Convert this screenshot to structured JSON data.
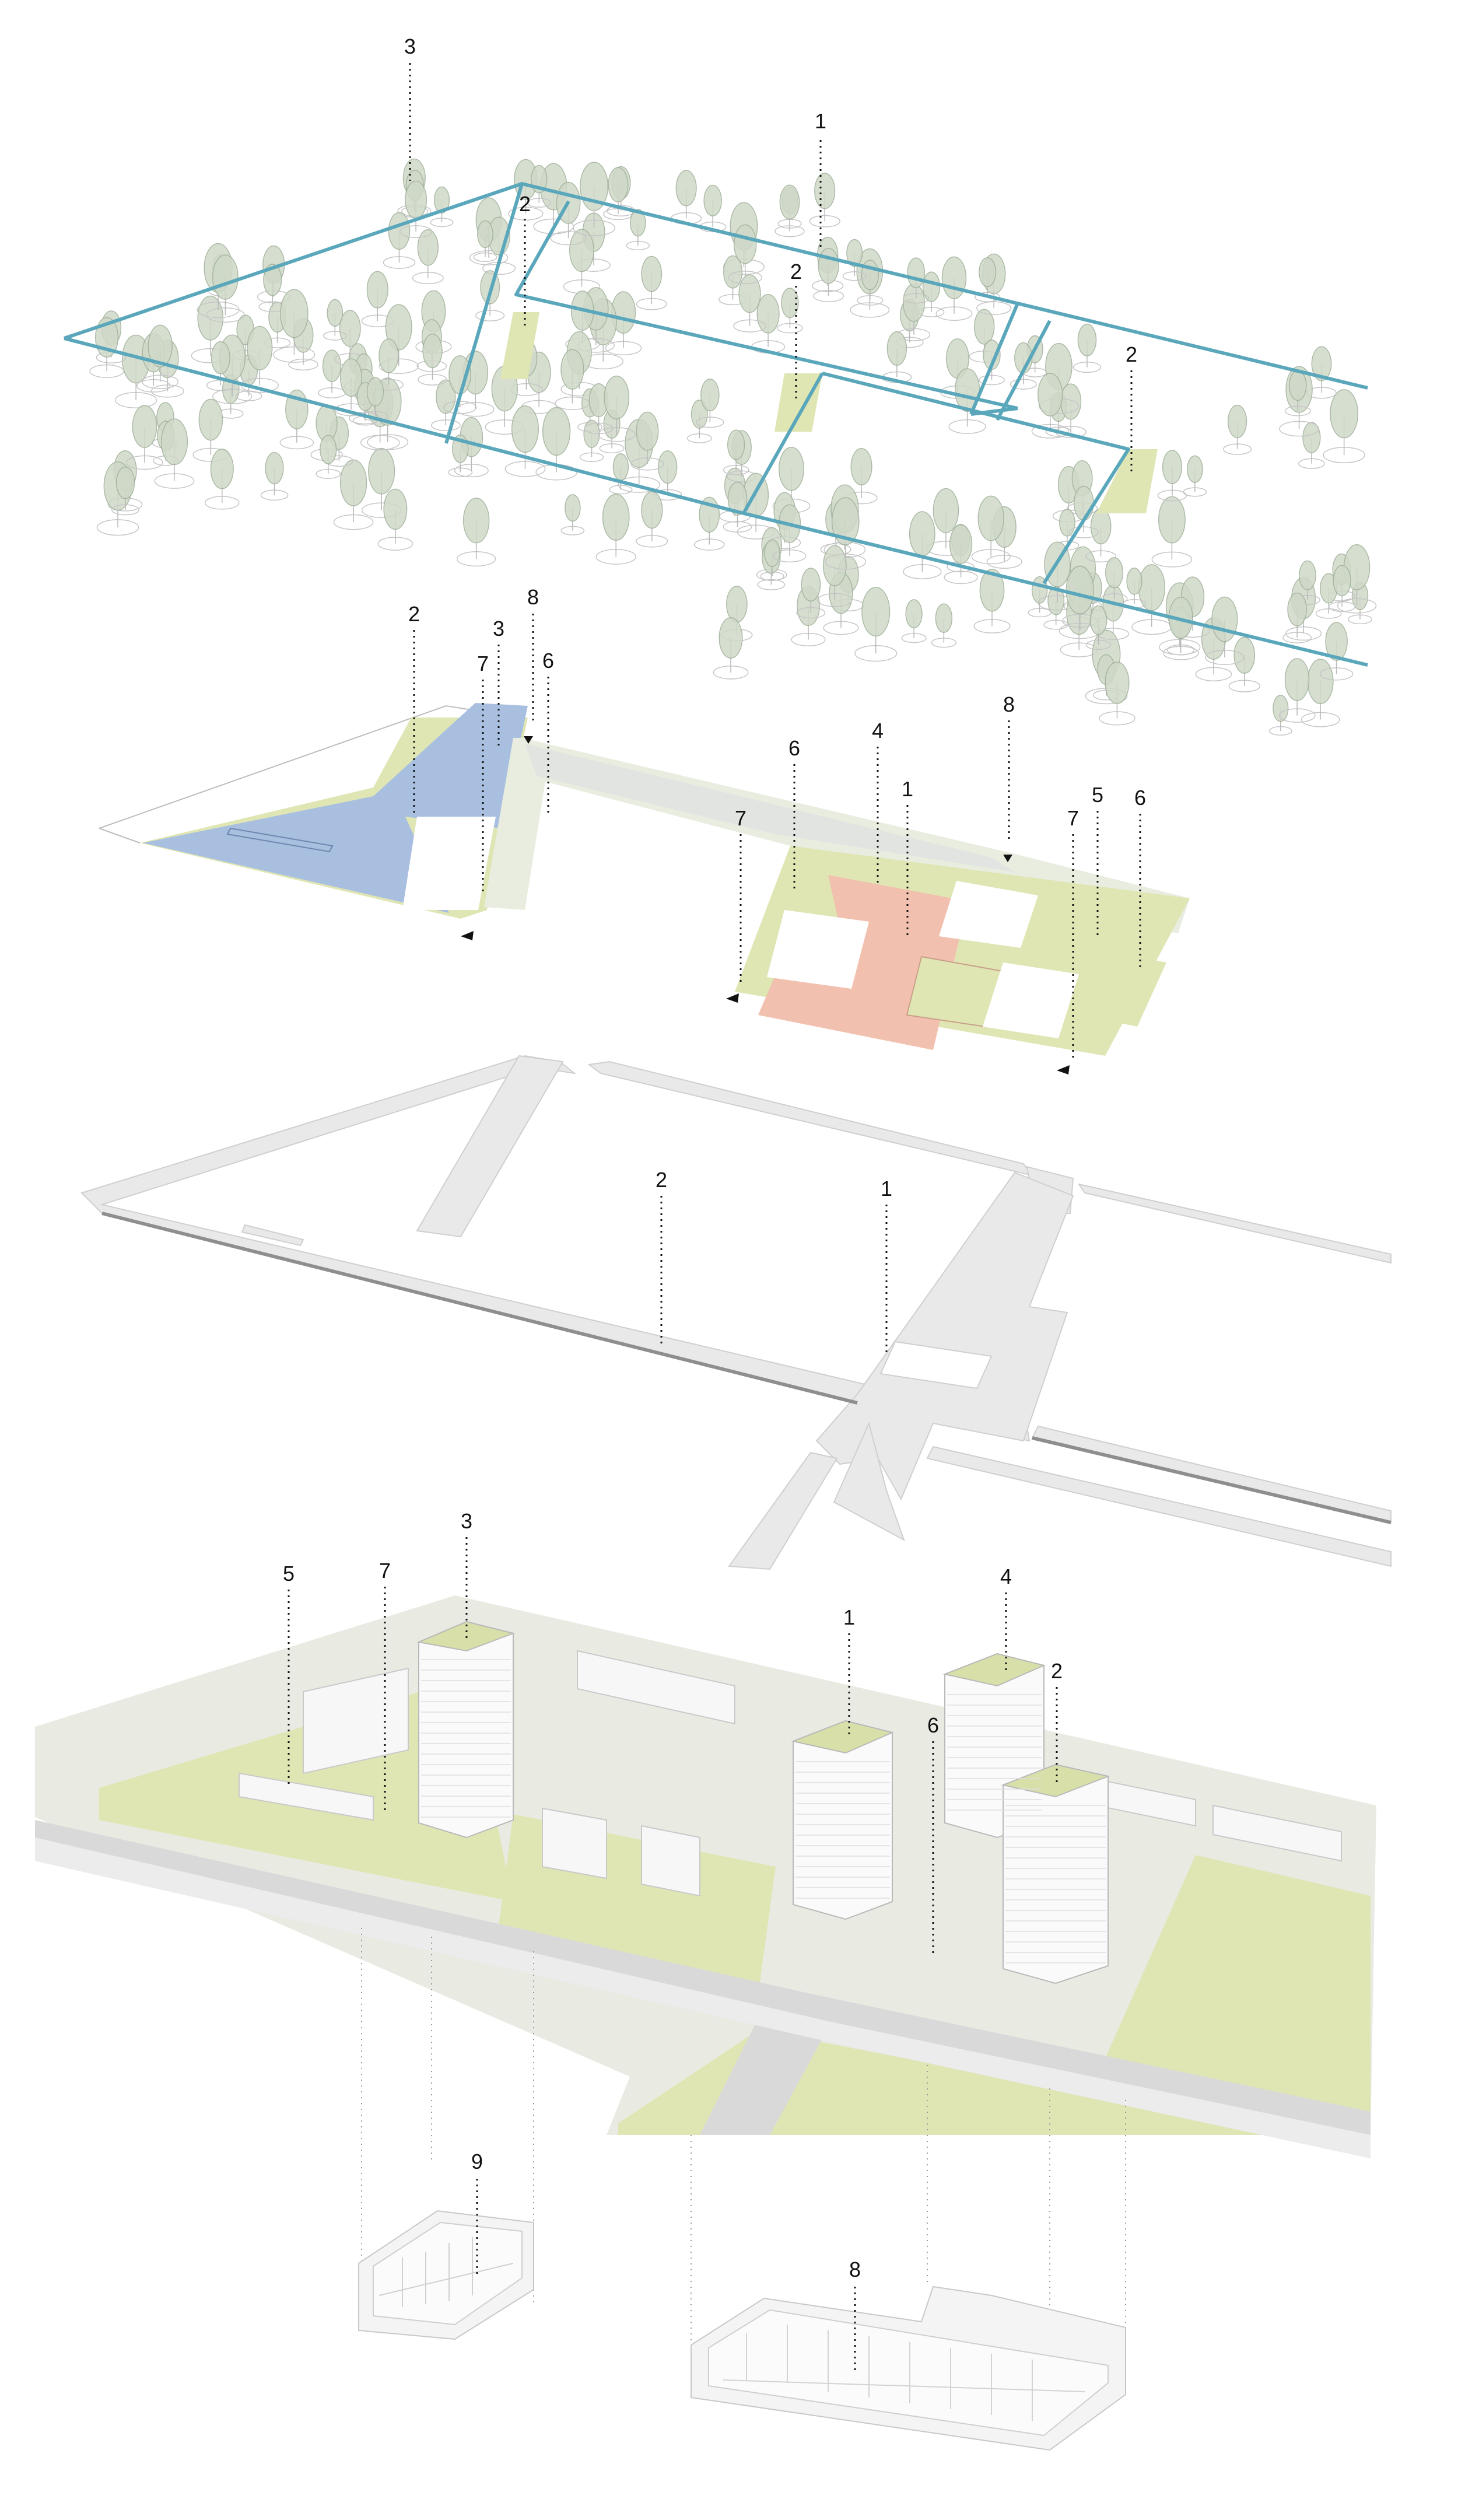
{
  "colors": {
    "boundary": "#5aa7bc",
    "green_area": "#dfe6b4",
    "water": "#a9bfe0",
    "plaza": "#f2c0ae",
    "street": "#e9e9e9",
    "building": "#f7f7f7",
    "leader": "#111111"
  },
  "diagrams": {
    "trees": {
      "labels": [
        {
          "id": "trees-1",
          "text": "1"
        },
        {
          "id": "trees-2a",
          "text": "2"
        },
        {
          "id": "trees-2b",
          "text": "2"
        },
        {
          "id": "trees-2c",
          "text": "2"
        },
        {
          "id": "trees-3",
          "text": "3"
        }
      ]
    },
    "landscape": {
      "labels": [
        {
          "id": "land-2",
          "text": "2"
        },
        {
          "id": "land-3",
          "text": "3"
        },
        {
          "id": "land-8a",
          "text": "8"
        },
        {
          "id": "land-7a",
          "text": "7"
        },
        {
          "id": "land-6a",
          "text": "6"
        },
        {
          "id": "land-6b",
          "text": "6"
        },
        {
          "id": "land-4",
          "text": "4"
        },
        {
          "id": "land-1",
          "text": "1"
        },
        {
          "id": "land-8b",
          "text": "8"
        },
        {
          "id": "land-7b",
          "text": "7"
        },
        {
          "id": "land-5",
          "text": "5"
        },
        {
          "id": "land-7c",
          "text": "7"
        },
        {
          "id": "land-6c",
          "text": "6"
        }
      ]
    },
    "circulation": {
      "labels": [
        {
          "id": "circ-2",
          "text": "2"
        },
        {
          "id": "circ-1",
          "text": "1"
        }
      ]
    },
    "buildings": {
      "labels": [
        {
          "id": "bld-3",
          "text": "3"
        },
        {
          "id": "bld-5",
          "text": "5"
        },
        {
          "id": "bld-7",
          "text": "7"
        },
        {
          "id": "bld-1",
          "text": "1"
        },
        {
          "id": "bld-4",
          "text": "4"
        },
        {
          "id": "bld-2",
          "text": "2"
        },
        {
          "id": "bld-6",
          "text": "6"
        }
      ]
    },
    "underground": {
      "labels": [
        {
          "id": "ug-9",
          "text": "9"
        },
        {
          "id": "ug-8",
          "text": "8"
        }
      ]
    }
  }
}
